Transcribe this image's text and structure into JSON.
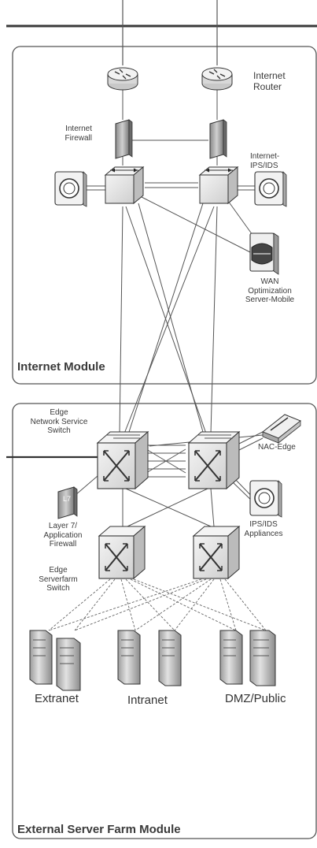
{
  "labels": {
    "internet_router": "Internet\nRouter",
    "internet_firewall": "Internet\nFirewall",
    "internet_ips_ids": "Internet-\nIPS/IDS",
    "wan_optimization": "WAN\nOptimization\nServer-Mobile",
    "edge_network_service_switch": "Edge\nNetwork Service\nSwitch",
    "nac_edge": "NAC-Edge",
    "layer7_firewall": "Layer 7/\nApplication\nFirewall",
    "l7_badge": "L7",
    "ips_ids_appliances": "IPS/IDS\nAppliances",
    "edge_serverfarm_switch": "Edge\nServerfarm\nSwitch",
    "extranet": "Extranet",
    "intranet": "Intranet",
    "dmz_public": "DMZ/Public"
  },
  "modules": {
    "internet": "Internet Module",
    "external_server_farm": "External Server Farm Module"
  },
  "colors": {
    "line": "#3a3a3a",
    "device_fill": "#e6e6e6",
    "device_dark": "#9a9a9a",
    "module_border": "#555555"
  }
}
